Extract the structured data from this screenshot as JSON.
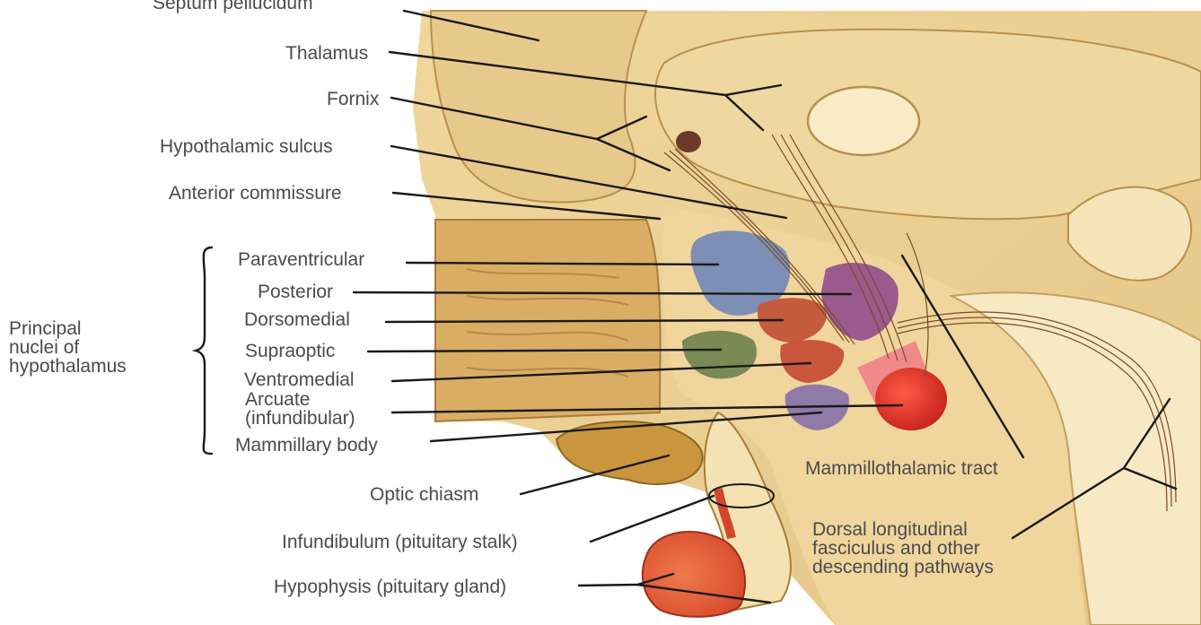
{
  "labels": {
    "top_cut": "Septum pellucidum",
    "thalamus": "Thalamus",
    "fornix": "Fornix",
    "hypothalamic_sulcus": "Hypothalamic sulcus",
    "anterior_commissure": "Anterior commissure",
    "paraventricular": "Paraventricular",
    "posterior": "Posterior",
    "dorsomedial": "Dorsomedial",
    "supraoptic": "Supraoptic",
    "ventromedial": "Ventromedial",
    "arcuate_line1": "Arcuate",
    "arcuate_line2": "(infundibular)",
    "mammillary_body": "Mammillary body",
    "optic_chiasm": "Optic chiasm",
    "infundibulum": "Infundibulum (pituitary stalk)",
    "hypophysis": "Hypophysis (pituitary gland)",
    "mammillothalamic_tract": "Mammillothalamic tract",
    "dorsal_line1": "Dorsal longitudinal",
    "dorsal_line2": "fasciculus and other",
    "dorsal_line3": "descending pathways",
    "principal_line1": "Principal",
    "principal_line2": "nuclei of",
    "principal_line3": "hypothalamus"
  },
  "colors": {
    "tissue_light": "#f5e3b0",
    "tissue_mid": "#e2bf7c",
    "tissue_dark": "#b88a44",
    "paraventricular": "#7e8fb5",
    "posterior": "#9a5a8e",
    "dorsomedial": "#c65a3c",
    "supraoptic": "#7a8a55",
    "ventromedial": "#c9553a",
    "arcuate": "#8f7aa8",
    "mammillary": "#d9322a",
    "pituitary": "#e0603a",
    "label_text": "#4a4a50"
  }
}
